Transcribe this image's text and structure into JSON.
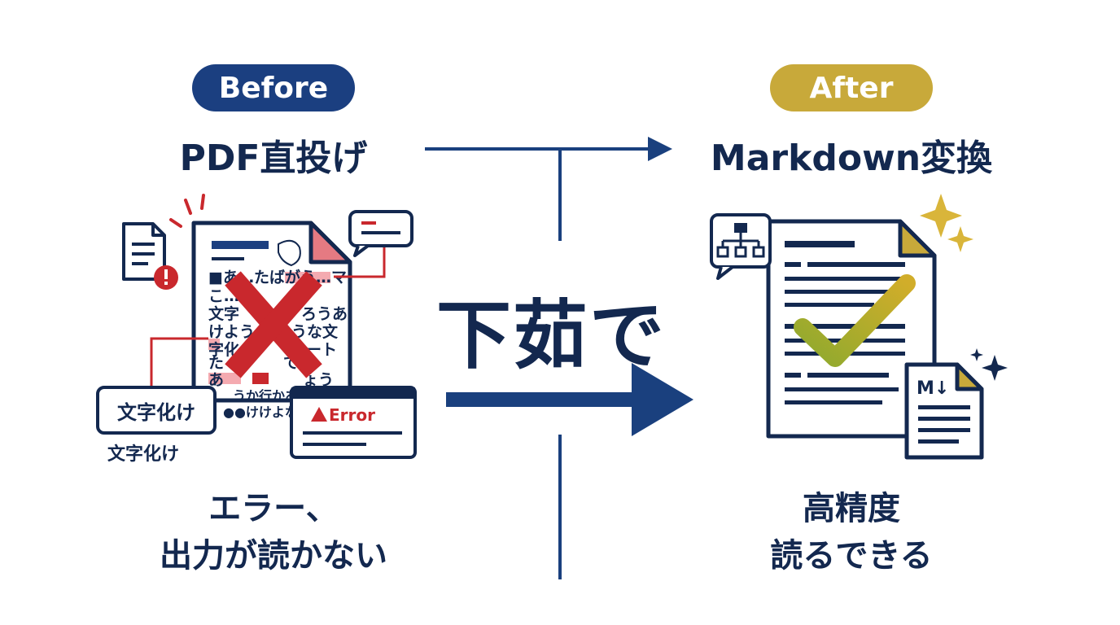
{
  "before": {
    "badge": "Before",
    "title": "PDF直投げ",
    "doc_lines": [
      "■あ…たばがう…マ",
      "こ…",
      "文字",
      "けよう",
      "字化",
      "た",
      "あ",
      "うか行かあ",
      "●●けけよな"
    ],
    "doc_right_lines": [
      "か",
      "ろうあ",
      "うな文",
      "ート",
      "で、",
      "ょう"
    ],
    "callout_label": "文字化け",
    "sub_label": "文字化け",
    "error_label": "Error",
    "caption_line1": "エラー、",
    "caption_line2": "出力が読かない"
  },
  "after": {
    "badge": "After",
    "title": "Markdown変換",
    "md_badge": "M↓",
    "caption_line1": "高精度",
    "caption_line2": "読るできる"
  },
  "center": {
    "label": "下茹で"
  },
  "colors": {
    "navy": "#13284f",
    "before_badge": "#1b3f80",
    "after_badge": "#c8a93a",
    "error_red": "#c9282d",
    "arrow_blue": "#1a407e",
    "check_start": "#8faa2e",
    "check_end": "#d1ad2a",
    "sparkle": "#d9b53a"
  }
}
